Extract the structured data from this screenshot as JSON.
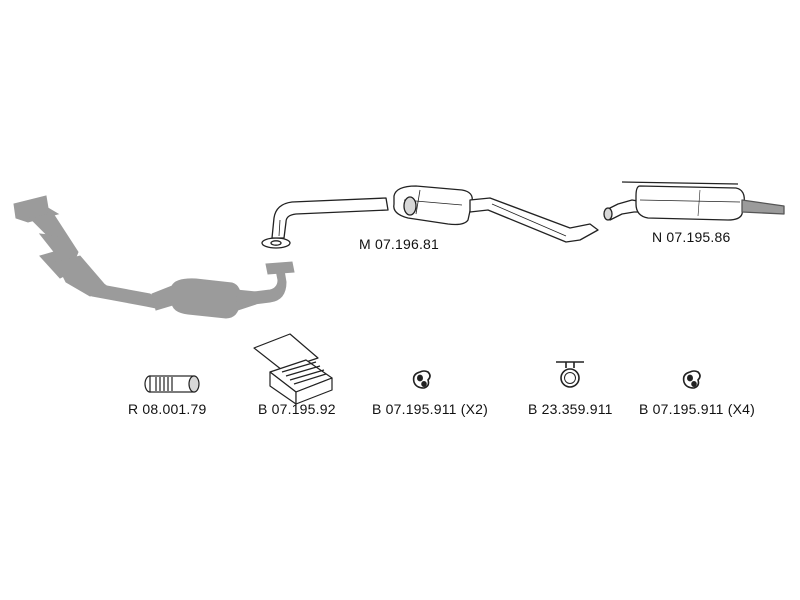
{
  "colors": {
    "background": "#ffffff",
    "line": "#222222",
    "ghost_part": "#9b9b9b",
    "part_fill": "#ffffff",
    "shade": "#d8d8d8"
  },
  "parts": {
    "catalytic_converter": {
      "icon": "catalytic-converter-shape-grey"
    },
    "middle_silencer": {
      "label": "M 07.196.81",
      "icon": "middle-silencer-drawing"
    },
    "rear_silencer": {
      "label": "N 07.195.86",
      "icon": "rear-silencer-drawing"
    },
    "repair_pipe": {
      "label": "R 08.001.79",
      "icon": "flex-pipe-drawing"
    },
    "mounting_kit": {
      "label": "B 07.195.92",
      "icon": "kit-box-drawing"
    },
    "rubber_mount_1": {
      "label": "B 07.195.911 (X2)",
      "icon": "rubber-mount-drawing"
    },
    "clamp": {
      "label": "B 23.359.911",
      "icon": "clamp-drawing"
    },
    "rubber_mount_2": {
      "label": "B 07.195.911 (X4)",
      "icon": "rubber-mount-drawing"
    }
  }
}
